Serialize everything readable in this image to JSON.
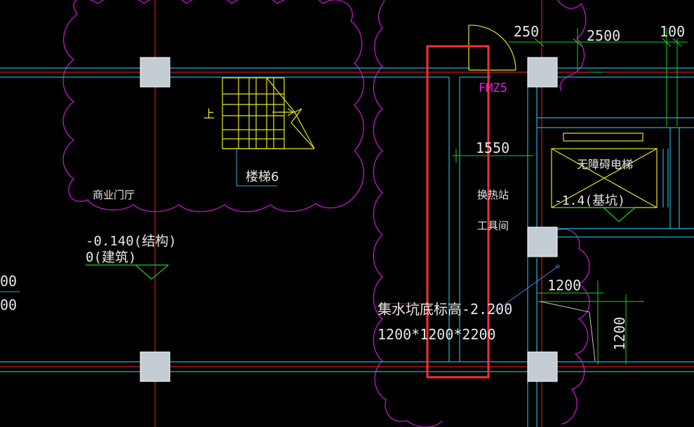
{
  "colors": {
    "background": "#000000",
    "axis_line": "#ff2020",
    "wall_line": "#1fb4d6",
    "revision_cloud": "#c018c8",
    "column": "#c4ccd4",
    "stair": "#e6e61e",
    "dimension": "#1fd01f",
    "text_white": "#e8e8e8",
    "text_magenta": "#e020e0",
    "highlight_box": "#ff3030",
    "leader": "#4a7ed8"
  },
  "labels": {
    "stair_up": "上",
    "stair_name": "楼梯6",
    "hall": "商业门厅",
    "elev_struct": "-0.140(结构)",
    "elev_arch": "0(建筑)",
    "left_num_1": "00",
    "left_num_2": "00",
    "door_tag": "FMZ5",
    "heat_station": "换热站",
    "tool_room": "工具间",
    "sump_elev": "集水坑底标高-2.200",
    "sump_size": "1200*1200*2200",
    "elevator": "无障碍电梯",
    "pit_elev": "-1.4(基坑)"
  },
  "dimensions": {
    "d250": "250",
    "d2500": "2500",
    "d100": "100",
    "d1550": "1550",
    "d1200h": "1200",
    "d1200v": "1200"
  },
  "icons": {
    "elevation_marker": "triangle-down-icon",
    "elevator_cross": "x-box-icon"
  }
}
